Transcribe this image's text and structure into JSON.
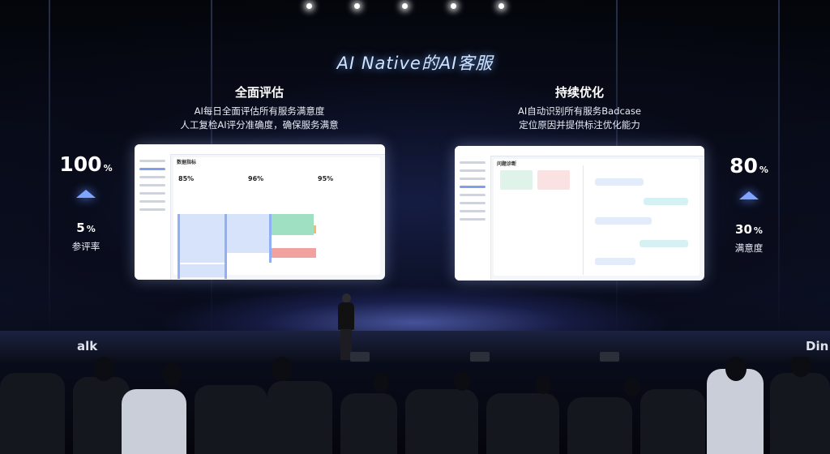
{
  "headline": "AI Native的AI客服",
  "left": {
    "title": "全面评估",
    "desc_line1": "AI每日全面评估所有服务满意度",
    "desc_line2": "人工复检AI评分准确度，确保服务满意",
    "stat_big": "100",
    "stat_big_unit": "%",
    "stat_small": "5",
    "stat_small_unit": "%",
    "stat_label": "参评率",
    "screen": {
      "header": "数据指标",
      "metric_1": "85%",
      "metric_2": "96%",
      "metric_3": "95%"
    }
  },
  "right": {
    "title": "持续优化",
    "desc_line1": "AI自动识别所有服务Badcase",
    "desc_line2": "定位原因并提供标注优化能力",
    "stat_big": "80",
    "stat_big_unit": "%",
    "stat_small": "30",
    "stat_small_unit": "%",
    "stat_label": "满意度",
    "screen": {
      "header": "问题诊断"
    }
  },
  "logos": {
    "left": "alk",
    "right": "Din"
  },
  "colors": {
    "headline_glow": "#6eaaff",
    "chevron": "#7fa5ff",
    "screen_bg": "#f4f6fa"
  }
}
